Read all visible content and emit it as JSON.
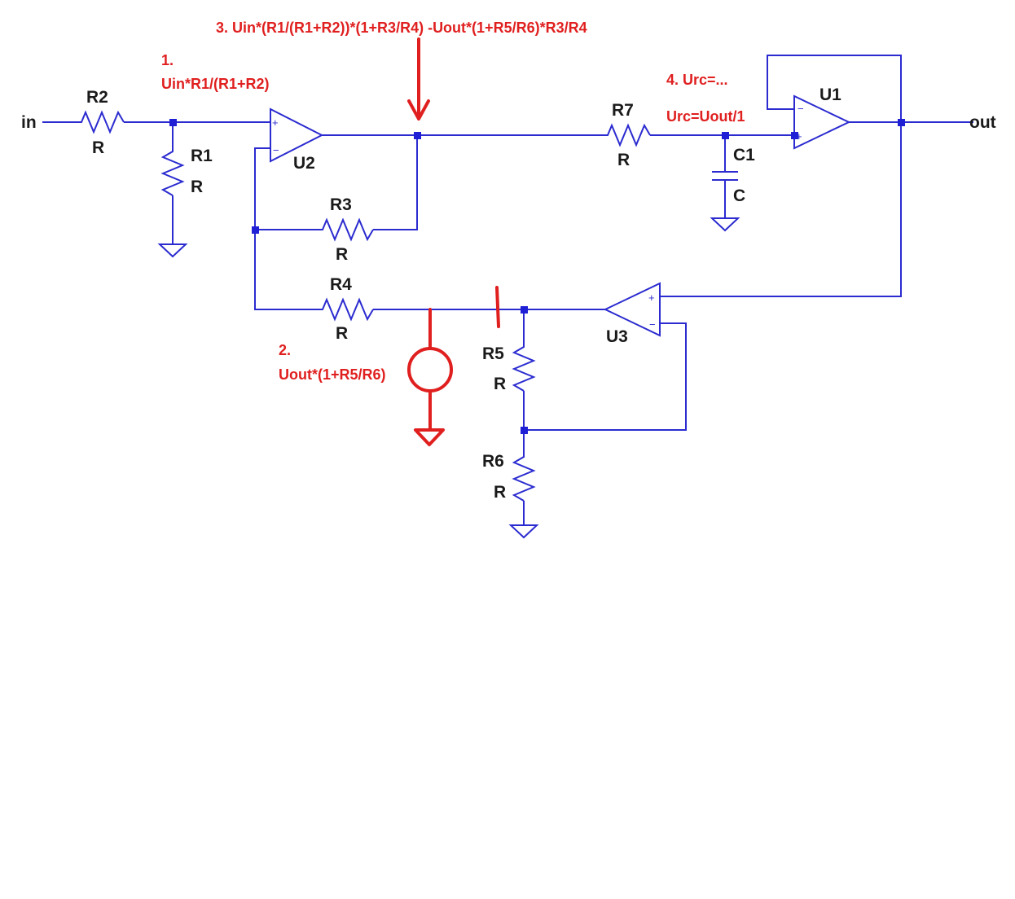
{
  "ports": {
    "input": "in",
    "output": "out"
  },
  "components": {
    "R2": {
      "ref": "R2",
      "value": "R"
    },
    "R1": {
      "ref": "R1",
      "value": "R"
    },
    "R3": {
      "ref": "R3",
      "value": "R"
    },
    "R4": {
      "ref": "R4",
      "value": "R"
    },
    "R5": {
      "ref": "R5",
      "value": "R"
    },
    "R6": {
      "ref": "R6",
      "value": "R"
    },
    "R7": {
      "ref": "R7",
      "value": "R"
    },
    "C1": {
      "ref": "C1",
      "value": "C"
    },
    "U1": {
      "ref": "U1"
    },
    "U2": {
      "ref": "U2"
    },
    "U3": {
      "ref": "U3"
    }
  },
  "pin_signs": {
    "plus": "+",
    "minus": "−"
  },
  "annotations": {
    "a1_num": "1.",
    "a1_text": "Uin*R1/(R1+R2)",
    "a2_num": "2.",
    "a2_text": "Uout*(1+R5/R6)",
    "a3_text": "3.  Uin*(R1/(R1+R2))*(1+R3/R4) -Uout*(1+R5/R6)*R3/R4",
    "a4_num": "4. Urc=...",
    "a4_text": "Urc=Uout/1"
  },
  "colors": {
    "wire": "#2b2bd0",
    "node": "#1f1fd6",
    "annotation": "#e01f1f",
    "label": "#1a1a1a"
  }
}
